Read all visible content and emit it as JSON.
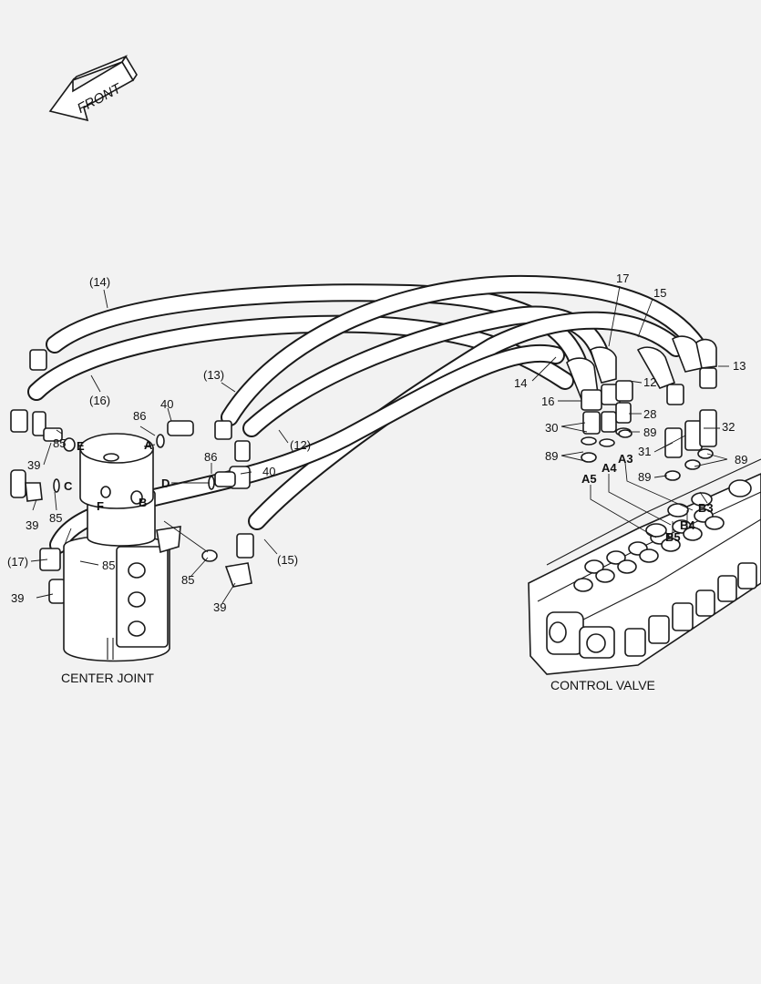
{
  "front_label": "FRONT",
  "captions": {
    "center_joint": "CENTER JOINT",
    "control_valve": "CONTROL VALVE"
  },
  "ports": [
    "A",
    "B",
    "C",
    "D",
    "E",
    "F",
    "A3",
    "A4",
    "A5",
    "B3",
    "B4",
    "B5"
  ],
  "callouts": {
    "c14p": "(14)",
    "c16p": "(16)",
    "c13p": "(13)",
    "c12p": "(12)",
    "c15p": "(15)",
    "c17p": "(17)",
    "c17": "17",
    "c15": "15",
    "c14": "14",
    "c12": "12",
    "c13": "13",
    "c16": "16",
    "c28": "28",
    "c30": "30",
    "c89a": "89",
    "c89b": "89",
    "c89c": "89",
    "c89d": "89",
    "c31": "31",
    "c32": "32",
    "c86a": "86",
    "c86b": "86",
    "c40a": "40",
    "c40b": "40",
    "c39a": "39",
    "c39b": "39",
    "c39c": "39",
    "c39d": "39",
    "c85a": "85",
    "c85b": "85",
    "c85c": "85",
    "c85d": "85"
  }
}
